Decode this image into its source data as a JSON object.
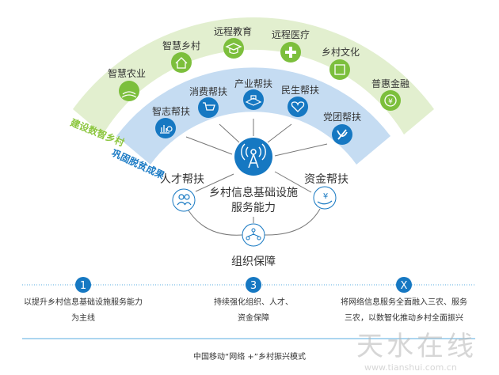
{
  "colors": {
    "green_band": "#e2efcf",
    "green_icon": "#7cbf3c",
    "green_text": "#8cc63f",
    "blue_band": "#c5dcf2",
    "blue_icon": "#1678c2",
    "blue_text": "#1a7ac4",
    "line": "#777777",
    "dotted": "#5aaee0"
  },
  "outer_band": {
    "title": "建设数智乡村",
    "items": [
      {
        "label": "智慧农业",
        "icon": "farm-field-icon"
      },
      {
        "label": "智慧乡村",
        "icon": "house-icon"
      },
      {
        "label": "远程教育",
        "icon": "graduation-cap-icon"
      },
      {
        "label": "远程医疗",
        "icon": "medical-cross-icon"
      },
      {
        "label": "乡村文化",
        "icon": "culture-icon"
      },
      {
        "label": "普惠金融",
        "icon": "yuan-coin-icon"
      }
    ]
  },
  "inner_band": {
    "title": "巩固脱贫成果",
    "items": [
      {
        "label": "智志帮扶",
        "icon": "chart-search-icon"
      },
      {
        "label": "消费帮扶",
        "icon": "shopping-cart-icon"
      },
      {
        "label": "产业帮扶",
        "icon": "industry-icon"
      },
      {
        "label": "民生帮扶",
        "icon": "handshake-heart-icon"
      },
      {
        "label": "党团帮扶",
        "icon": "party-emblem-icon"
      }
    ]
  },
  "core": {
    "line1": "乡村信息基础设施",
    "line2": "服务能力",
    "icon": "signal-tower-icon"
  },
  "supports": {
    "talent": {
      "label": "人才帮扶",
      "icon": "people-icon"
    },
    "funds": {
      "label": "资金帮扶",
      "icon": "yuan-hand-icon"
    },
    "organization": {
      "label": "组织保障",
      "icon": "org-chart-icon"
    }
  },
  "steps": [
    {
      "badge": "1",
      "line1": "以提升乡村信息基础设施服务能力",
      "line2": "为主线"
    },
    {
      "badge": "3",
      "line1": "持续强化组织、人才、",
      "line2": "资金保障"
    },
    {
      "badge": "X",
      "line1": "将网络信息服务全面融入三农、服务",
      "line2": "三农，以数智化推动乡村全面振兴"
    }
  ],
  "caption": "中国移动“网络 +”乡村振兴模式",
  "watermark": {
    "text": "天水在线",
    "url": "www.tianshui.com.cn"
  }
}
